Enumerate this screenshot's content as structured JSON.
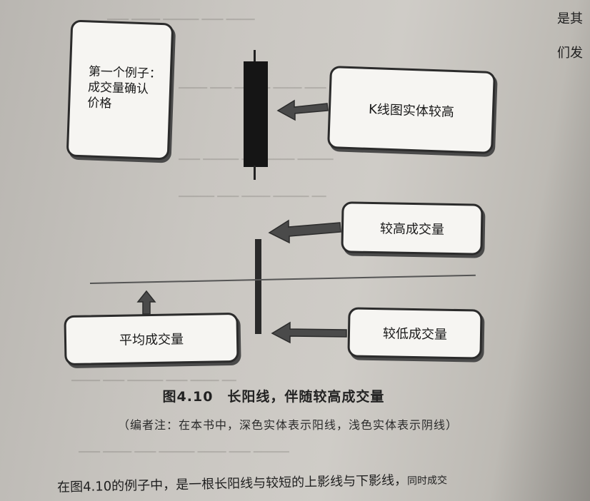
{
  "figure": {
    "first_example_lines": [
      "第一个例子：",
      "成交量确认",
      "价格"
    ],
    "k_body_label": "K线图实体较高",
    "higher_volume_label": "较高成交量",
    "lower_volume_label": "较低成交量",
    "average_volume_label": "平均成交量"
  },
  "caption": {
    "title": "图4.10　长阳线，伴随较高成交量",
    "note": "（编者注：在本书中，深色实体表示阳线，浅色实体表示阴线）"
  },
  "body": {
    "paragraph_start": "在图4.10的例子中，是一根长阳线与较短的上影线与下影线，",
    "paragraph_margin": "同时成交"
  },
  "right_page": {
    "line1": "是其",
    "line2": "们发"
  }
}
